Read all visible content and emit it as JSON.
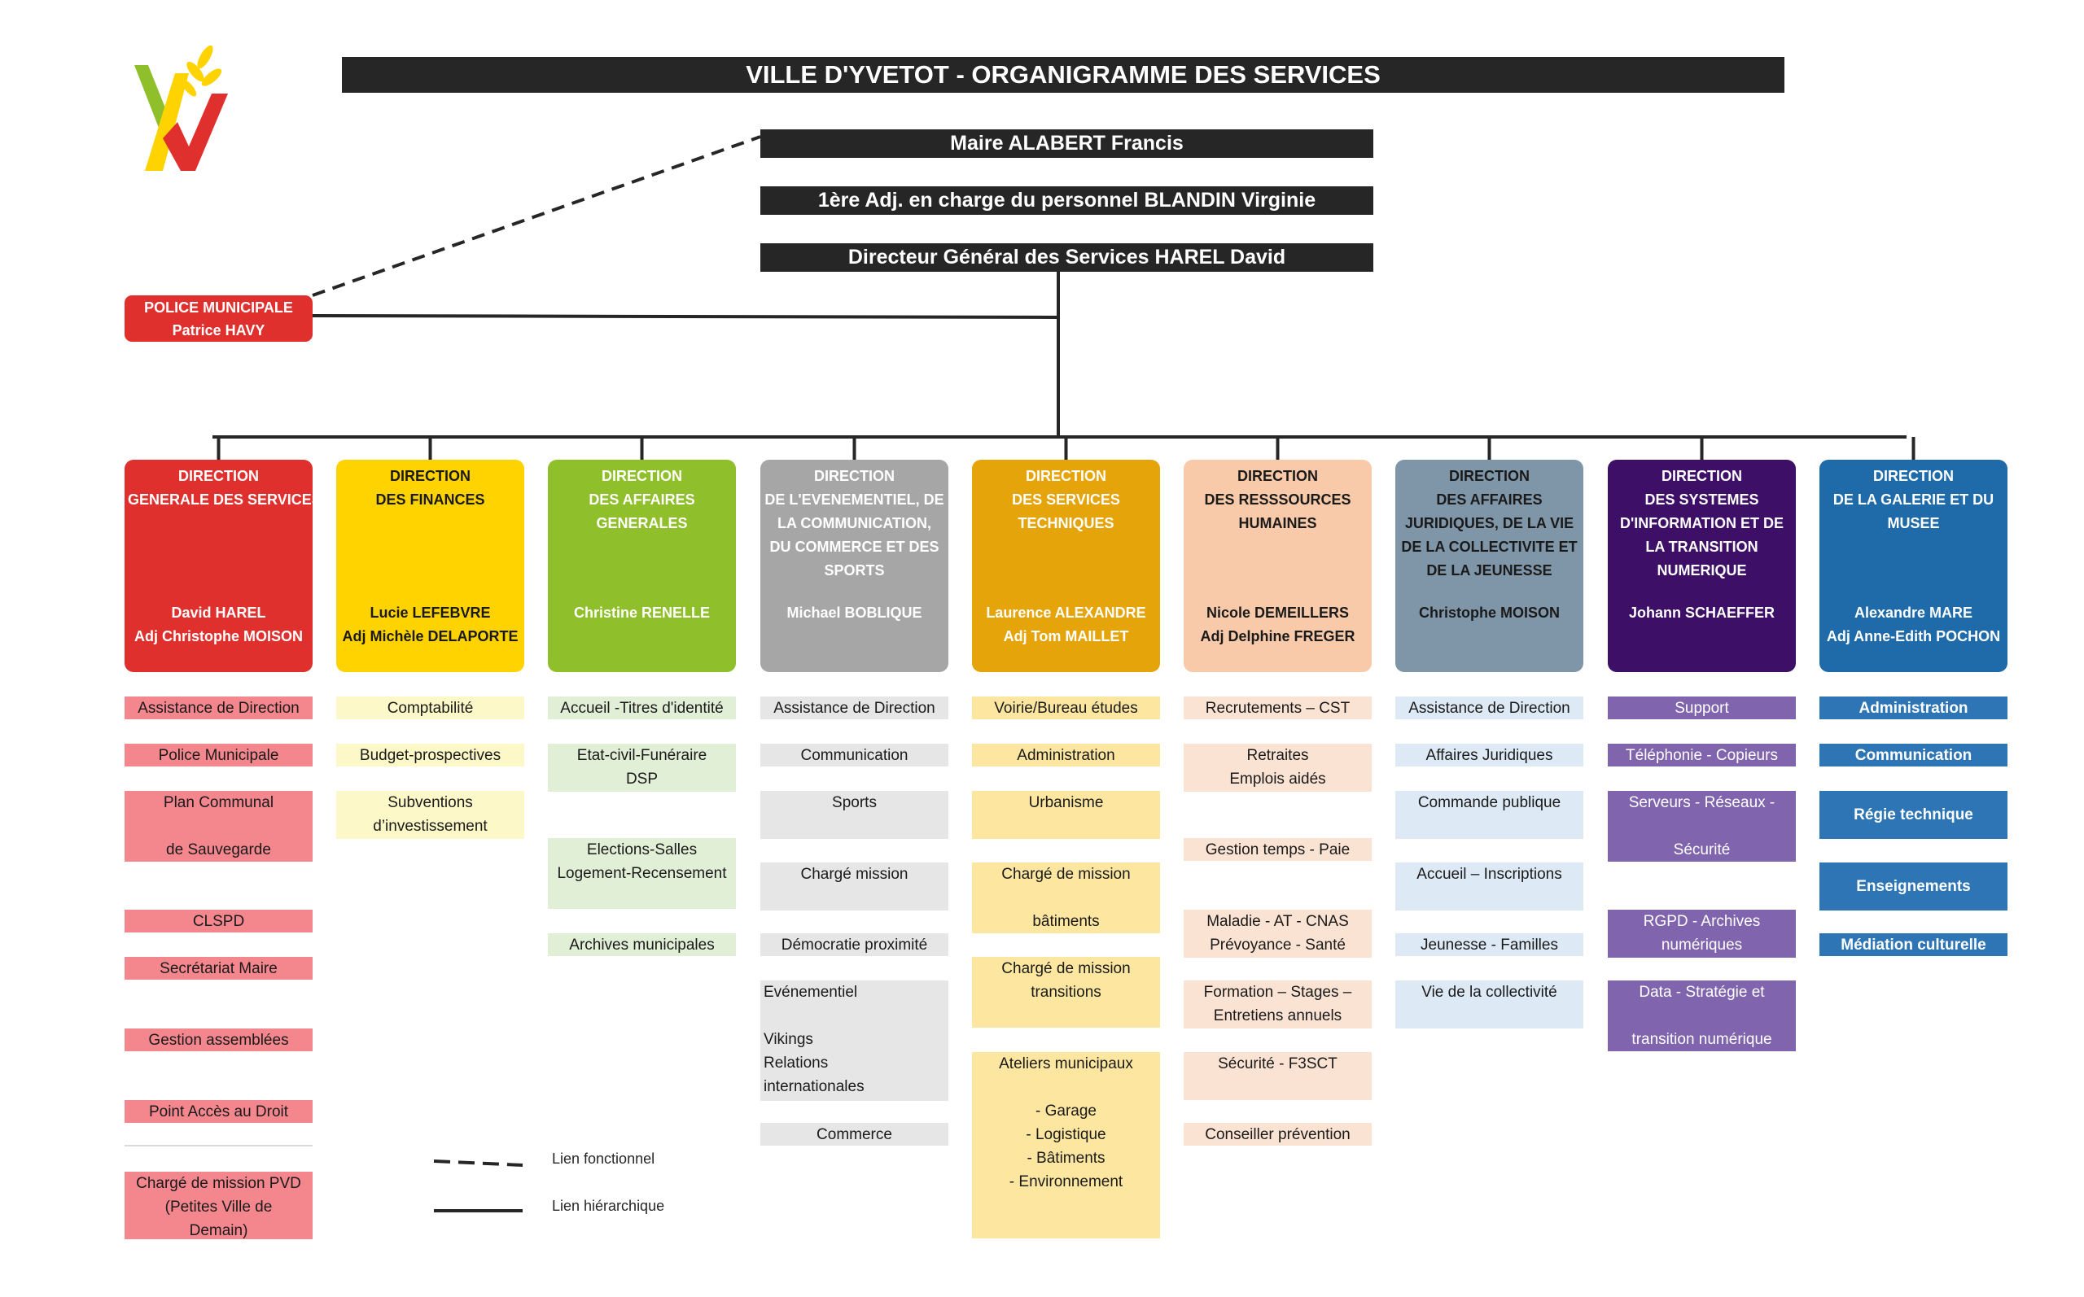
{
  "header": {
    "title": "VILLE D'YVETOT - ORGANIGRAMME DES SERVICES",
    "mayor": "Maire ALABERT Francis",
    "deputy": "1ère Adj. en charge du personnel BLANDIN Virginie",
    "dgs": "Directeur Général des Services HAREL David"
  },
  "police": {
    "line1": "POLICE MUNICIPALE",
    "line2": "Patrice HAVY",
    "color": "#e0302e"
  },
  "legend": {
    "functional": "Lien fonctionnel",
    "hierarchical": "Lien hiérarchique"
  },
  "directions": [
    {
      "color": "#e0302e",
      "text_color": "#ffffff",
      "title": [
        "DIRECTION",
        "GENERALE DES SERVICES"
      ],
      "people": [
        "David HAREL",
        "Adj Christophe MOISON"
      ]
    },
    {
      "color": "#ffd300",
      "text_color": "#1a1a1a",
      "title": [
        "DIRECTION",
        "DES FINANCES"
      ],
      "people": [
        "Lucie LEFEBVRE",
        "Adj Michèle DELAPORTE"
      ]
    },
    {
      "color": "#8fbf2a",
      "text_color": "#ffffff",
      "title": [
        "DIRECTION",
        "DES AFFAIRES",
        "GENERALES"
      ],
      "people": [
        "Christine RENELLE"
      ]
    },
    {
      "color": "#a6a6a6",
      "text_color": "#ffffff",
      "title": [
        "DIRECTION",
        "DE L'EVENEMENTIEL, DE",
        "LA COMMUNICATION,",
        "DU COMMERCE ET DES",
        "SPORTS"
      ],
      "people": [
        "Michael BOBLIQUE"
      ]
    },
    {
      "color": "#e5a40a",
      "text_color": "#ffffff",
      "title": [
        "DIRECTION",
        "DES SERVICES",
        "TECHNIQUES"
      ],
      "people": [
        "Laurence ALEXANDRE",
        "Adj Tom MAILLET"
      ]
    },
    {
      "color": "#f8caa9",
      "text_color": "#1a1a1a",
      "title": [
        "DIRECTION",
        "DES RESSSOURCES",
        "HUMAINES"
      ],
      "people": [
        "Nicole DEMEILLERS",
        "Adj Delphine FREGER"
      ]
    },
    {
      "color": "#7f96a9",
      "text_color": "#1a1a1a",
      "title": [
        "DIRECTION",
        "DES AFFAIRES",
        "JURIDIQUES, DE LA VIE",
        "DE LA COLLECTIVITE ET",
        "DE LA JEUNESSE"
      ],
      "people": [
        "Christophe MOISON"
      ]
    },
    {
      "color": "#3d0f67",
      "text_color": "#ffffff",
      "title": [
        "DIRECTION",
        "DES SYSTEMES",
        "D'INFORMATION ET DE",
        "LA TRANSITION",
        "NUMERIQUE"
      ],
      "people": [
        "Johann SCHAEFFER"
      ]
    },
    {
      "color": "#1f6aa8",
      "text_color": "#ffffff",
      "title": [
        "DIRECTION",
        "DE LA GALERIE ET DU",
        "MUSEE"
      ],
      "people": [
        "Alexandre MARE",
        "Adj Anne-Edith POCHON"
      ]
    }
  ],
  "services": [
    {
      "bg": "#f4868e",
      "fg": "#1a1a1a",
      "bold": false,
      "items": [
        "Assistance de Direction",
        "Police Municipale",
        "Plan Communal\n\nde Sauvegarde",
        "CLSPD",
        "Secrétariat Maire",
        "Gestion assemblées",
        "Point Accès au Droit",
        "Chargé de mission PVD\n(Petites Ville de\nDemain)"
      ]
    },
    {
      "bg": "#fdf8c8",
      "fg": "#1a1a1a",
      "bold": false,
      "items": [
        "Comptabilité",
        "Budget-prospectives",
        "Subventions\nd’investissement"
      ]
    },
    {
      "bg": "#e2efd7",
      "fg": "#1a1a1a",
      "bold": false,
      "items": [
        "Accueil -Titres d'identité",
        "Etat-civil-Funéraire\nDSP",
        "Elections-Salles\nLogement-Recensement",
        "Archives municipales"
      ]
    },
    {
      "bg": "#e6e6e6",
      "fg": "#1a1a1a",
      "bold": false,
      "items": [
        "Assistance de Direction",
        "Communication",
        "Sports",
        "Chargé mission",
        "Démocratie proximité",
        "Evénementiel\n\nVikings\nRelations\ninternationales",
        "Commerce"
      ]
    },
    {
      "bg": "#fde7a0",
      "fg": "#1a1a1a",
      "bold": false,
      "items": [
        "Voirie/Bureau études",
        "Administration",
        "Urbanisme",
        "Chargé de mission\n\nbâtiments",
        "Chargé de mission\ntransitions",
        "Ateliers municipaux\n\n- Garage\n- Logistique\n- Bâtiments\n- Environnement"
      ]
    },
    {
      "bg": "#fbe3d4",
      "fg": "#1a1a1a",
      "bold": false,
      "items": [
        "Recrutements – CST",
        "Retraites\nEmplois aidés",
        "Gestion temps - Paie",
        "Maladie - AT - CNAS\nPrévoyance - Santé",
        "Formation – Stages –\nEntretiens annuels",
        "Sécurité - F3SCT",
        "Conseiller prévention"
      ]
    },
    {
      "bg": "#dde9f5",
      "fg": "#1a1a1a",
      "bold": false,
      "items": [
        "Assistance de Direction",
        "Affaires Juridiques",
        "Commande publique",
        "Accueil – Inscriptions",
        "Jeunesse - Familles",
        "Vie de la collectivité"
      ]
    },
    {
      "bg": "#8064ad",
      "fg": "#ffffff",
      "bold": false,
      "items": [
        "Support",
        "Téléphonie - Copieurs",
        "Serveurs - Réseaux -\n\nSécurité",
        "RGPD - Archives\nnumériques",
        "Data - Stratégie et\n\ntransition numérique"
      ]
    },
    {
      "bg": "#2e75b6",
      "fg": "#ffffff",
      "bold": true,
      "items": [
        "Administration",
        "Communication",
        "Régie technique",
        "Enseignements",
        "Médiation culturelle"
      ]
    }
  ]
}
